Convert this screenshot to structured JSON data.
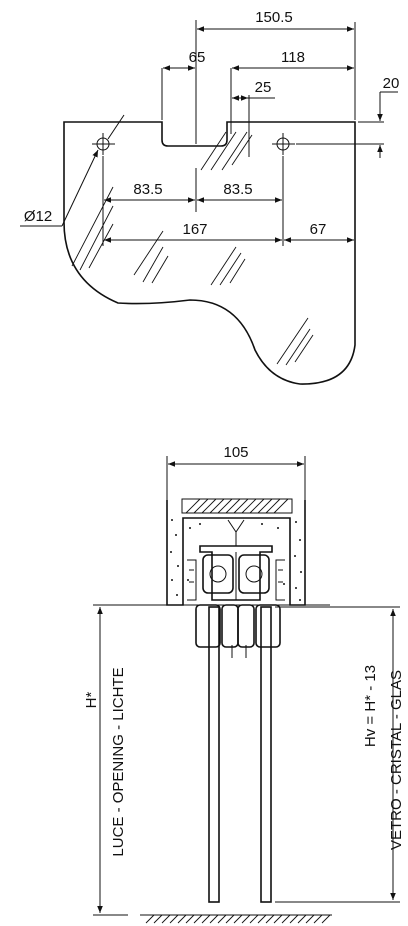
{
  "top_view": {
    "dimensions": {
      "d150_5": "150.5",
      "d65": "65",
      "d118": "118",
      "d25": "25",
      "d20": "20",
      "d83_5_left": "83.5",
      "d83_5_right": "83.5",
      "d167": "167",
      "d67": "67",
      "hole_diameter": "Ø12"
    }
  },
  "section_view": {
    "dimensions": {
      "d105": "105"
    },
    "labels": {
      "h_star": "H*",
      "opening": "LUCE - OPENING - LICHTE",
      "hv_formula": "Hv = H* - 13",
      "glass": "VETRO - CRISTAL - GLAS"
    }
  }
}
